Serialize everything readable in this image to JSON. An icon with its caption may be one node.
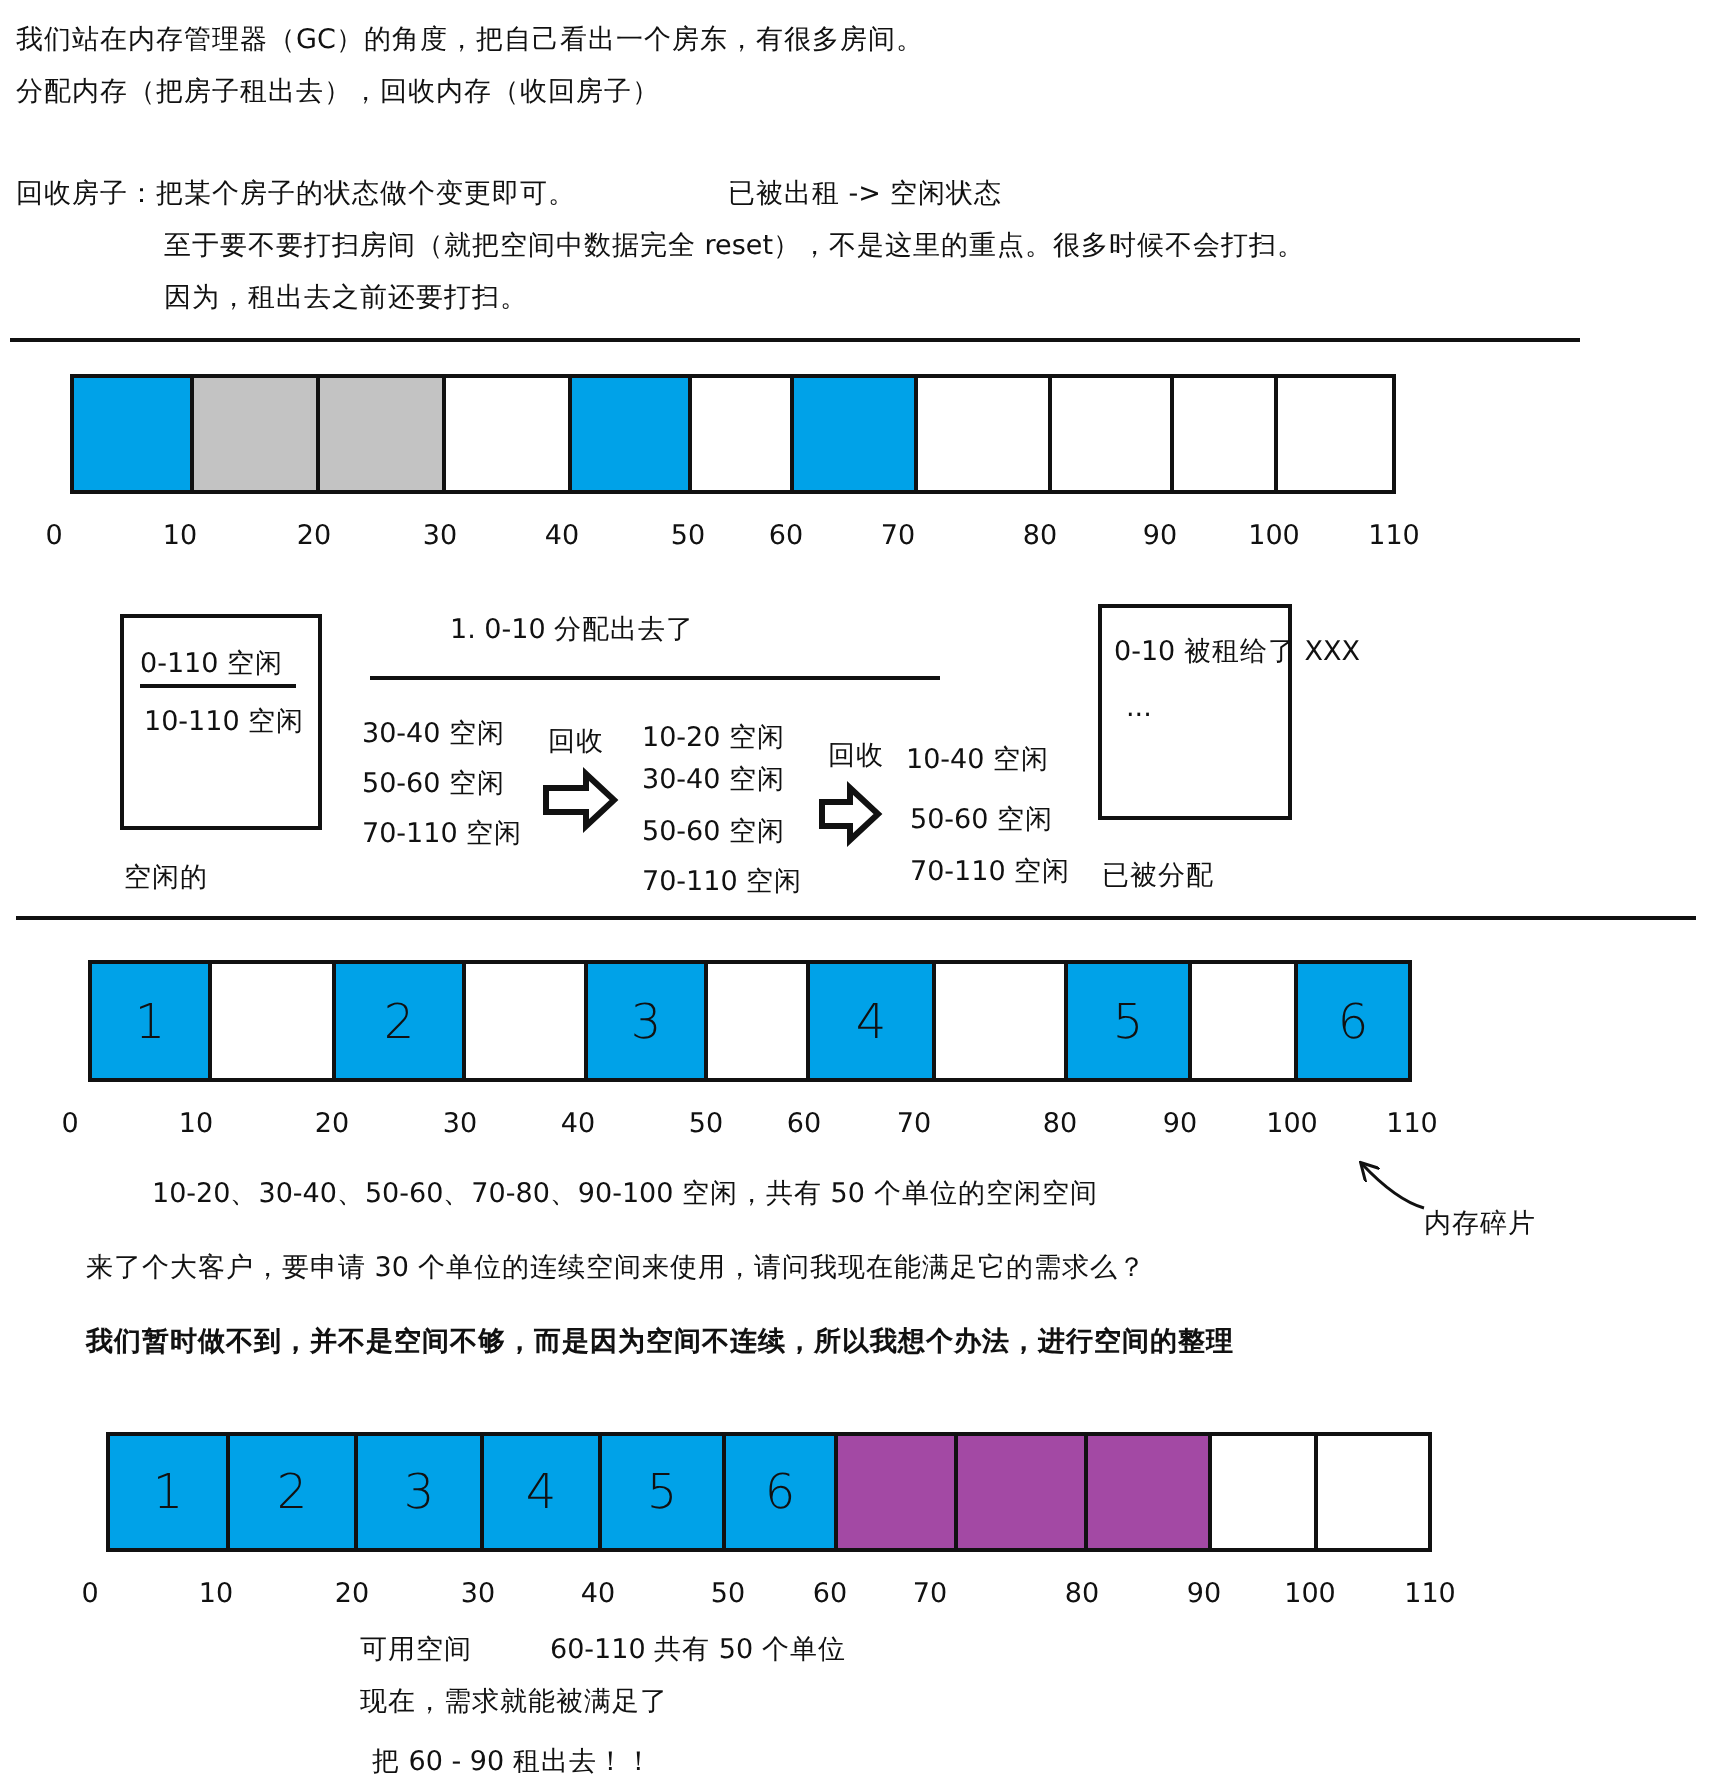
{
  "diagram": {
    "nodes": [
      {
        "text": [],
        "shape": "box"
      },
      {
        "text": [],
        "shape": "box"
      },
      {
        "text": [],
        "shape": "box"
      },
      {
        "text": [],
        "shape": "box"
      },
      {
        "text": [],
        "shape": "box"
      },
      {
        "text": [],
        "shape": "box"
      },
      {
        "text": [],
        "shape": "box"
      },
      {
        "text": [],
        "shape": "box"
      },
      {
        "text": [],
        "shape": "box"
      },
      {
        "text": [],
        "shape": "box"
      },
      {
        "text": [],
        "shape": "box"
      },
      {
        "text": [
          "0-110 空闲",
          "10-110 空闲"
        ],
        "beside": [
          "空闲的"
        ]
      },
      {
        "text": [
          "30-40 空闲",
          "50-60 空闲",
          "70-110 空闲"
        ]
      },
      {
        "text": [
          "10-20 空闲",
          "30-40 空闲",
          "50-60 空闲",
          "70-110 空闲"
        ]
      },
      {
        "text": [
          "10-40 空闲",
          "50-60 空闲",
          "70-110 空闲"
        ]
      },
      {
        "text": [
          "0-10 被租给了 XXX",
          "..."
        ],
        "beside": [
          "已被分配"
        ]
      },
      {
        "text": [
          "1"
        ]
      },
      {
        "text": [],
        "shape": "box"
      },
      {
        "text": [
          "2"
        ]
      },
      {
        "text": [],
        "shape": "box"
      },
      {
        "text": [
          "3"
        ]
      },
      {
        "text": [],
        "shape": "box"
      },
      {
        "text": [
          "4"
        ]
      },
      {
        "text": [],
        "shape": "box"
      },
      {
        "text": [
          "5"
        ]
      },
      {
        "text": [],
        "shape": "box"
      },
      {
        "text": [
          "6"
        ]
      },
      {
        "text": [
          "内存碎片"
        ]
      },
      {
        "text": [
          "1"
        ]
      },
      {
        "text": [
          "2"
        ]
      },
      {
        "text": [
          "3"
        ]
      },
      {
        "text": [
          "4"
        ]
      },
      {
        "text": [
          "5"
        ]
      },
      {
        "text": [
          "6"
        ]
      },
      {
        "text": [],
        "shape": "box"
      },
      {
        "text": [],
        "shape": "box"
      },
      {
        "text": [],
        "shape": "box"
      },
      {
        "text": [],
        "shape": "box"
      },
      {
        "text": [],
        "shape": "box"
      }
    ],
    "edges": [
      {
        "from": 12,
        "to": 13,
        "arrow": "to",
        "label": "回收",
        "style": "thick"
      },
      {
        "from": 13,
        "to": 14,
        "arrow": "to",
        "label": "回收",
        "style": "thick"
      },
      {
        "from": 27,
        "to": null,
        "arrow": "to"
      }
    ],
    "labels": [
      "我们站在内存管理器（GC）的角度，把自己看出一个房东，有很多房间。",
      "分配内存（把房子租出去），回收内存（收回房子）",
      "回收房子：把某个房子的状态做个变更即可。",
      "已被出租 -> 空闲状态",
      "至于要不要打扫房间（就把空间中数据完全 reset），不是这里的重点。很多时候不会打扫。",
      "因为，租出去之前还要打扫。",
      "0",
      "10",
      "20",
      "30",
      "40",
      "50",
      "60",
      "70",
      "80",
      "90",
      "100",
      "110",
      "1. 0-10 分配出去了",
      "0",
      "10",
      "20",
      "30",
      "40",
      "50",
      "60",
      "70",
      "80",
      "90",
      "100",
      "110",
      "10-20、30-40、50-60、70-80、90-100 空闲，共有 50 个单位的空闲空间",
      "来了个大客户，要申请 30 个单位的连续空间来使用，请问我现在能满足它的需求么？",
      "我们暂时做不到，并不是空间不够，而是因为空间不连续，所以我想个办法，进行空间的整理",
      "0",
      "10",
      "20",
      "30",
      "40",
      "50",
      "60",
      "70",
      "80",
      "90",
      "100",
      "110",
      "可用空间",
      "60-110 共有 50 个单位",
      "现在，需求就能被满足了",
      "把 60 - 90 租出去！！"
    ]
  }
}
